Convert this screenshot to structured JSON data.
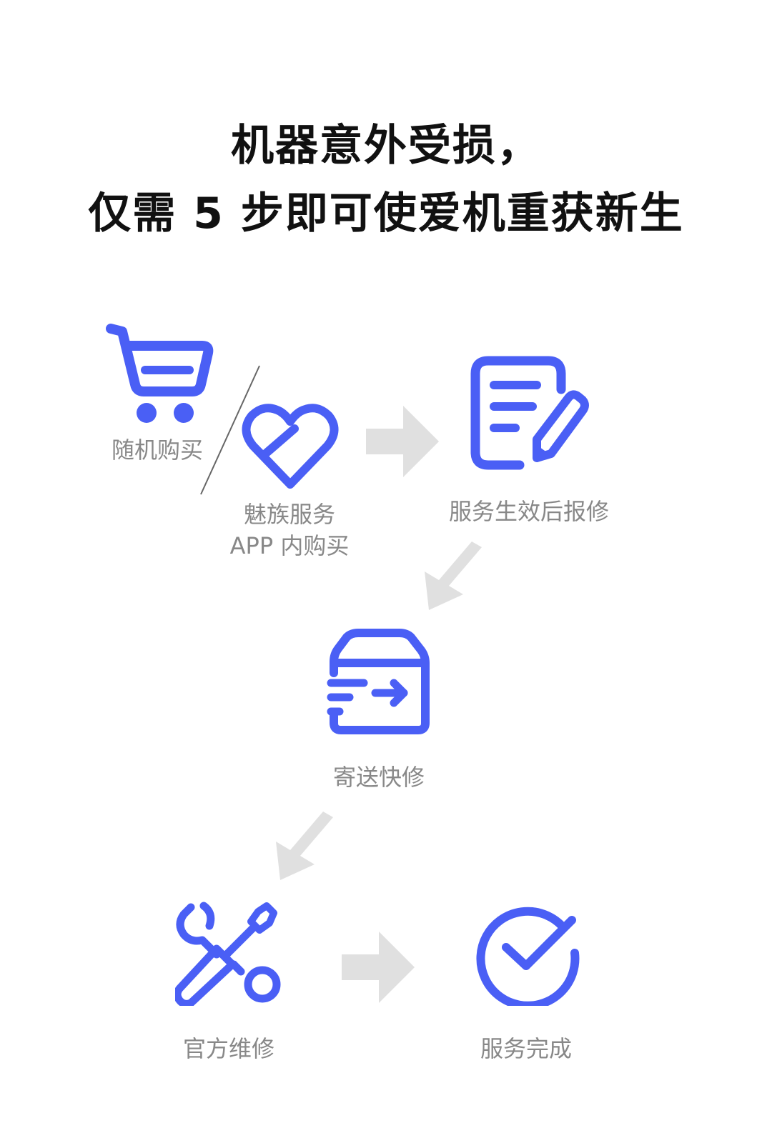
{
  "title": {
    "line1": "机器意外受损，",
    "line2": "仅需 5 步即可使爱机重获新生"
  },
  "steps": {
    "buy_random": {
      "label": "随机购买",
      "icon": "shopping-cart-icon"
    },
    "buy_app": {
      "label_line1": "魅族服务",
      "label_line2": "APP 内购买",
      "icon": "heart-icon"
    },
    "report": {
      "label": "服务生效后报修",
      "icon": "document-edit-icon"
    },
    "ship": {
      "label": "寄送快修",
      "icon": "shipping-box-icon"
    },
    "repair": {
      "label": "官方维修",
      "icon": "repair-tools-icon"
    },
    "done": {
      "label": "服务完成",
      "icon": "check-circle-icon"
    }
  },
  "colors": {
    "accent": "#4a5ff5",
    "arrow": "#e0e0e0",
    "label": "#888888",
    "title": "#111111"
  }
}
